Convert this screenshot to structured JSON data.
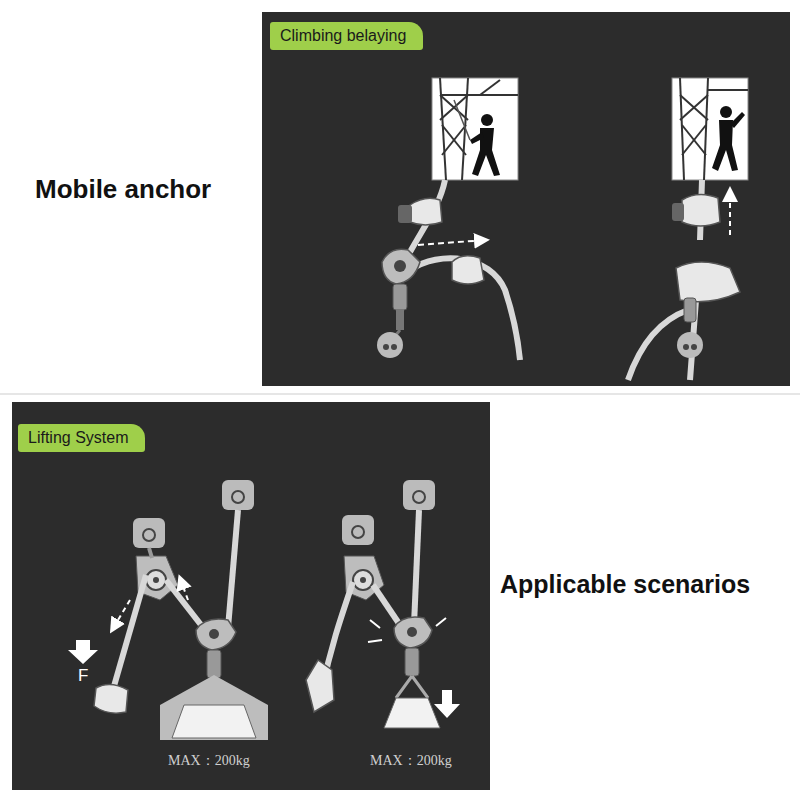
{
  "diagram": {
    "nodes": [
      {
        "text": [
          "Climbing belaying"
        ]
      },
      {
        "text": [
          "Lifting System"
        ]
      }
    ],
    "labels": [
      "Mobile anchor",
      "Applicable scenarios",
      "F",
      "MAX：200kg",
      "MAX：200kg"
    ]
  }
}
